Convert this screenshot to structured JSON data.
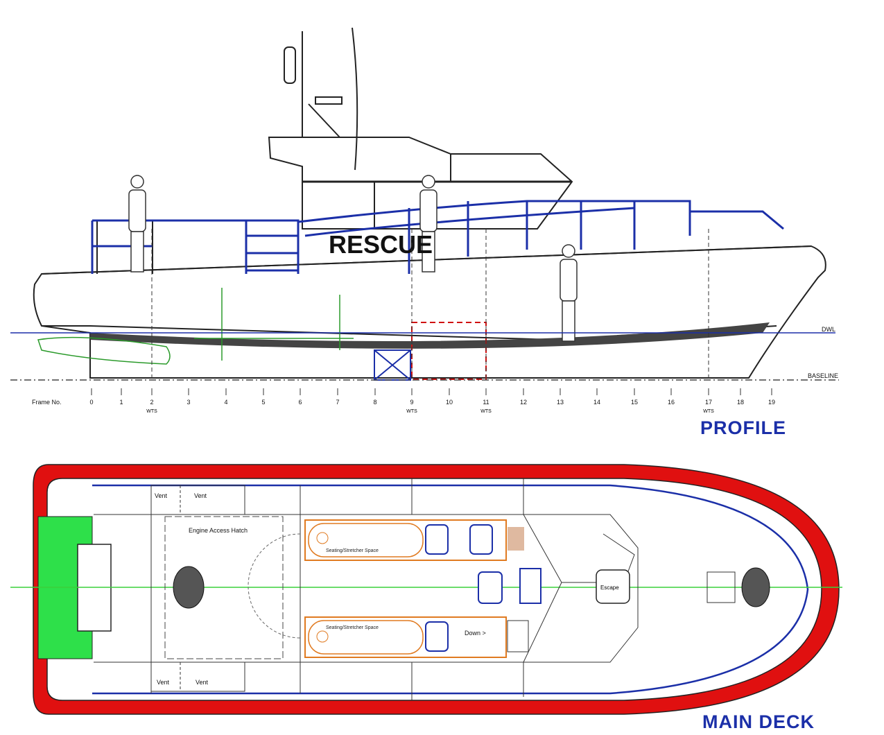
{
  "profile": {
    "title": "PROFILE",
    "hull_name": "RESCUE",
    "waterline_label": "DWL",
    "baseline_label": "BASELINE",
    "frame_label": "Frame No.",
    "frames": [
      "0",
      "1",
      "2",
      "3",
      "4",
      "5",
      "6",
      "7",
      "8",
      "9",
      "10",
      "11",
      "12",
      "13",
      "14",
      "15",
      "16",
      "17",
      "18",
      "19"
    ],
    "watertight_label": "WTS",
    "watertight_frames": [
      "2",
      "9",
      "11",
      "17"
    ]
  },
  "main_deck": {
    "title": "MAIN DECK",
    "vent_labels": [
      "Vent",
      "Vent",
      "Vent",
      "Vent"
    ],
    "engine_hatch_label": "Engine Access Hatch",
    "stretcher_top_label": "Seating/Stretcher Space",
    "stretcher_bottom_label": "Seating/Stretcher Space",
    "down_label": "Down >",
    "escape_label": "Escape"
  },
  "colors": {
    "hull_outline": "#e01010",
    "rails": "#1b2fa8",
    "transom": "#2ee04a",
    "stretcher": "#e07a20",
    "centerline": "#3ad03a"
  }
}
